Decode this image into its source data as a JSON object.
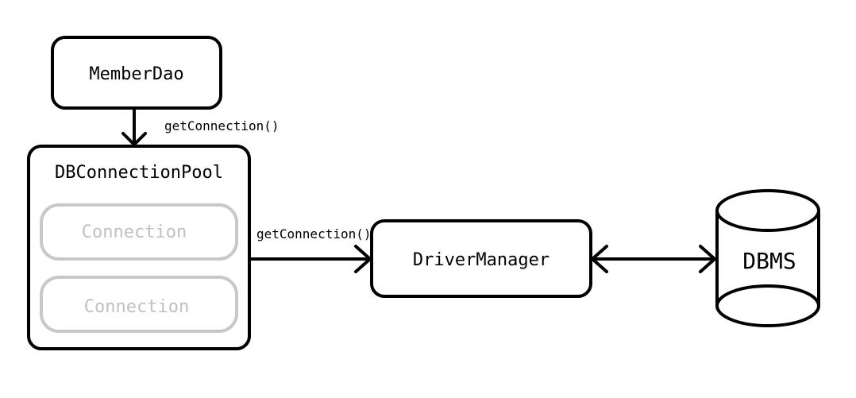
{
  "diagram": {
    "nodes": {
      "member_dao": "MemberDao",
      "pool": "DBConnectionPool",
      "connection_1": "Connection",
      "connection_2": "Connection",
      "driver_manager": "DriverManager",
      "dbms": "DBMS"
    },
    "edges": {
      "dao_to_pool": "getConnection()",
      "pool_to_driver": "getConnection()"
    },
    "colors": {
      "stroke": "#000000",
      "connection_stroke": "#c8c8c8",
      "connection_text": "#c0c0c0"
    }
  }
}
